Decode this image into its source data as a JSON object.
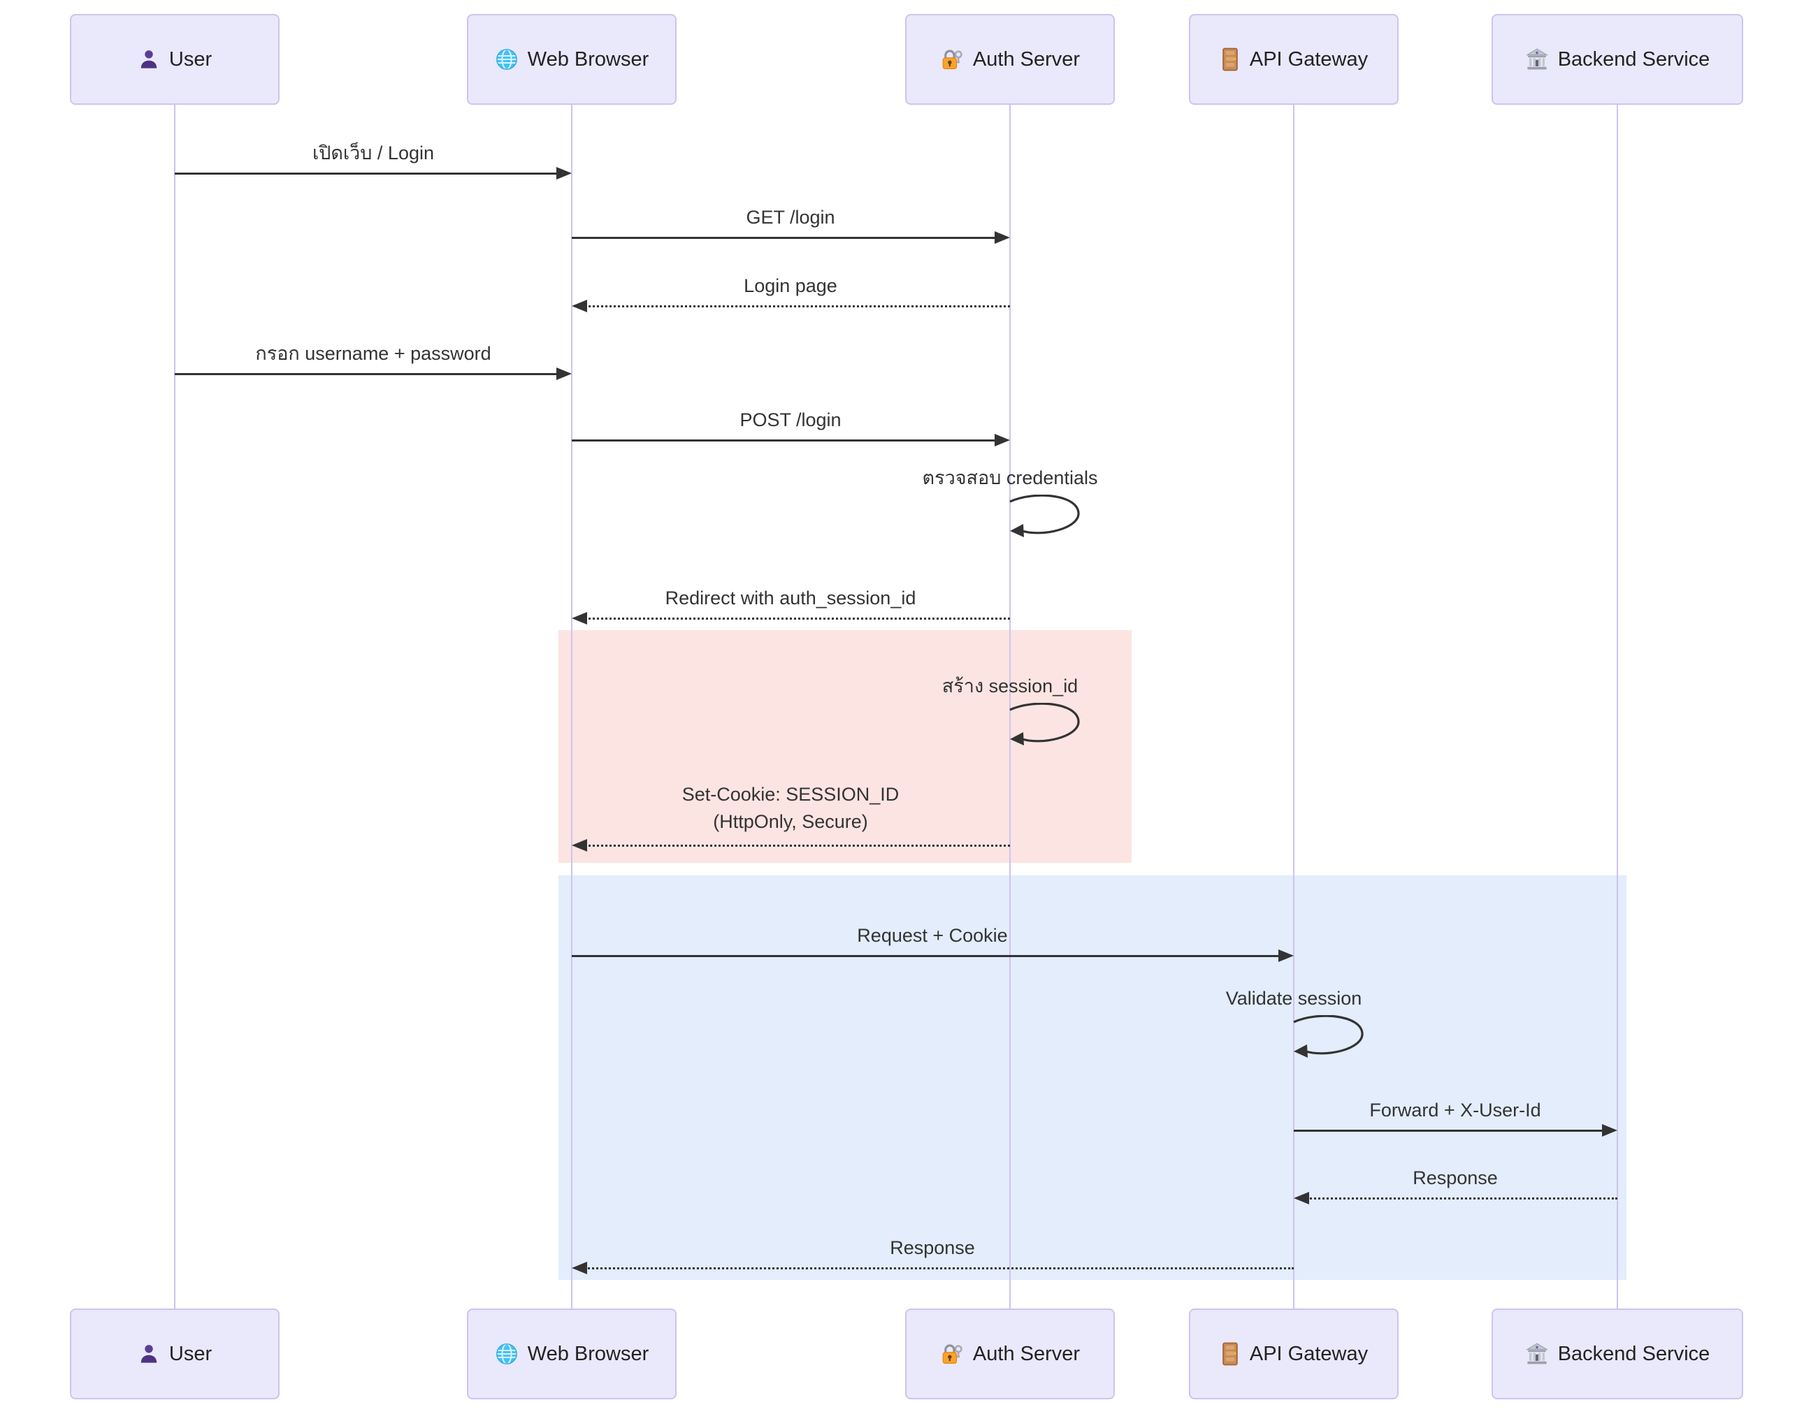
{
  "diagram": {
    "type": "sequence-diagram",
    "actors": [
      {
        "id": "user",
        "label": "User",
        "icon": "user-icon"
      },
      {
        "id": "browser",
        "label": "Web Browser",
        "icon": "globe-icon"
      },
      {
        "id": "auth",
        "label": "Auth Server",
        "icon": "lock-key-icon"
      },
      {
        "id": "gateway",
        "label": "API Gateway",
        "icon": "door-icon"
      },
      {
        "id": "backend",
        "label": "Backend Service",
        "icon": "bank-icon"
      }
    ],
    "messages": [
      {
        "from": "user",
        "to": "browser",
        "label": "เปิดเว็บ / Login",
        "line": "solid"
      },
      {
        "from": "browser",
        "to": "auth",
        "label": "GET /login",
        "line": "solid"
      },
      {
        "from": "auth",
        "to": "browser",
        "label": "Login page",
        "line": "dotted"
      },
      {
        "from": "user",
        "to": "browser",
        "label": "กรอก username + password",
        "line": "solid"
      },
      {
        "from": "browser",
        "to": "auth",
        "label": "POST /login",
        "line": "solid"
      },
      {
        "from": "auth",
        "to": "auth",
        "label": "ตรวจสอบ credentials",
        "line": "self"
      },
      {
        "from": "auth",
        "to": "browser",
        "label": "Redirect with auth_session_id",
        "line": "dotted"
      },
      {
        "from": "auth",
        "to": "auth",
        "label": "สร้าง session_id",
        "line": "self"
      },
      {
        "from": "auth",
        "to": "browser",
        "label": "Set-Cookie: SESSION_ID\n(HttpOnly, Secure)",
        "line": "dotted"
      },
      {
        "from": "browser",
        "to": "gateway",
        "label": "Request + Cookie",
        "line": "solid"
      },
      {
        "from": "gateway",
        "to": "gateway",
        "label": "Validate session",
        "line": "self"
      },
      {
        "from": "gateway",
        "to": "backend",
        "label": "Forward + X-User-Id",
        "line": "solid"
      },
      {
        "from": "backend",
        "to": "gateway",
        "label": "Response",
        "line": "dotted"
      },
      {
        "from": "gateway",
        "to": "browser",
        "label": "Response",
        "line": "dotted"
      }
    ],
    "highlight_sections": [
      {
        "name": "session-creation-highlight",
        "color": "#fce4e2"
      },
      {
        "name": "authenticated-request-highlight",
        "color": "#e3edfb"
      }
    ],
    "colors": {
      "actor_fill": "#eae8fb",
      "actor_border": "#cec4ee",
      "lifeline": "#cfc3ea",
      "text": "#333333",
      "arrow": "#333333"
    }
  }
}
